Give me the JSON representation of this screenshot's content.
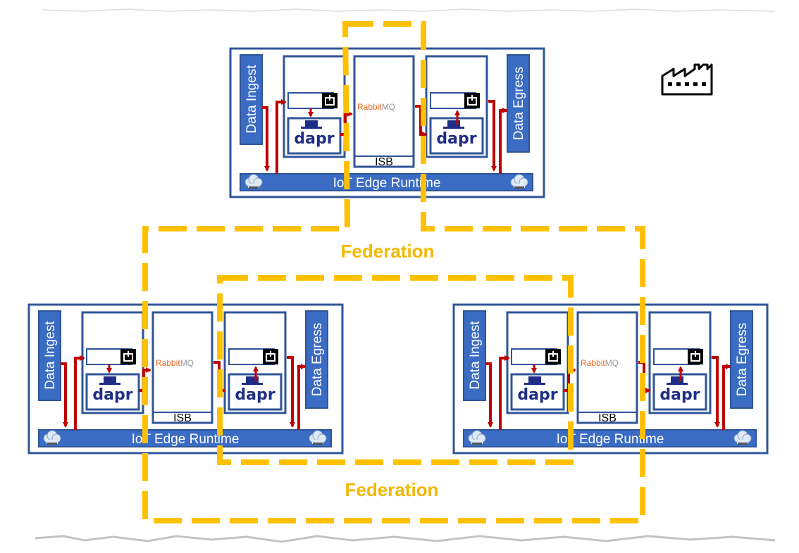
{
  "colors": {
    "frame": "#2f5597",
    "module_fill": "#3b6cc4",
    "arrow": "#c00000",
    "federation": "#ffc000",
    "rabbit": "#f06823",
    "mq": "#999999",
    "dapr": "#1f2d86"
  },
  "icons": {
    "factory": "factory-icon",
    "cloud": "cloud-icon",
    "module": "container-icon",
    "broker": "rabbitmq-icon"
  },
  "labels": {
    "ingest": "Data Ingest",
    "egress": "Data Egress",
    "runtime": "IoT Edge Runtime",
    "isb": "ISB",
    "dapr": "dapr",
    "rabbit": "Rabbit",
    "mq": "MQ",
    "federation": "Federation"
  },
  "nodes": [
    {
      "id": "top"
    },
    {
      "id": "bottom-left"
    },
    {
      "id": "bottom-right"
    }
  ],
  "federations": [
    {
      "label": "Federation"
    },
    {
      "label": "Federation"
    }
  ]
}
